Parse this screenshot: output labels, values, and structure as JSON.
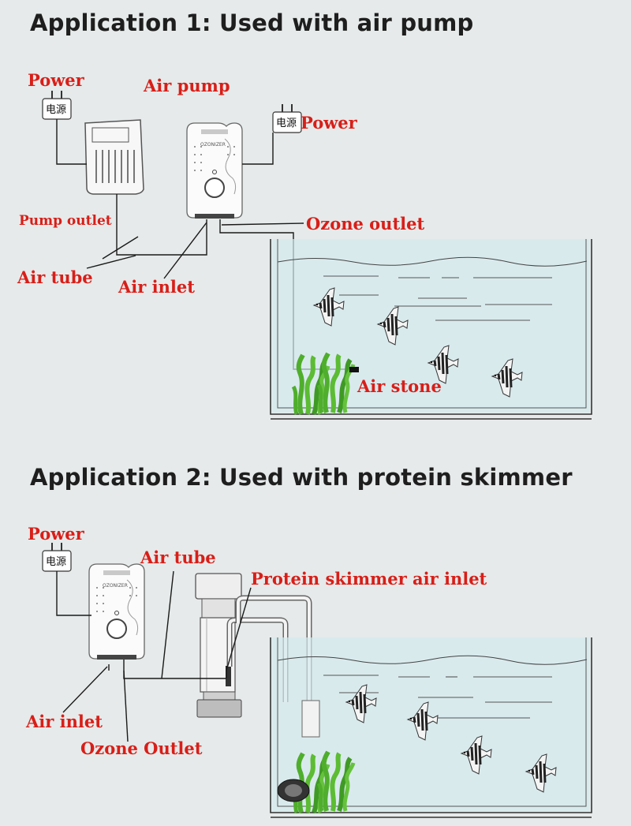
{
  "application_1": {
    "heading": "Application 1: Used with air pump",
    "labels": {
      "power_left": "Power",
      "air_pump": "Air pump",
      "power_right": "Power",
      "pump_outlet": "Pump outlet",
      "ozone_outlet": "Ozone outlet",
      "air_tube": "Air tube",
      "air_inlet": "Air inlet",
      "air_stone": "Air stone"
    }
  },
  "application_2": {
    "heading": "Application 2: Used with protein skimmer",
    "labels": {
      "power": "Power",
      "air_tube": "Air tube",
      "protein_skimmer_air_inlet": "Protein skimmer air inlet",
      "air_inlet": "Air inlet",
      "ozone_outlet": "Ozone Outlet"
    }
  },
  "plug_text": "电源",
  "device_brand": "OZONIZER",
  "colors": {
    "label_red": "#d91e18",
    "heading": "#1e1e1e",
    "panel_bg": "#e6eaea",
    "water": "#d3eaee",
    "plant_green": "#4fae2c",
    "tube_line": "#1a1a1a"
  }
}
